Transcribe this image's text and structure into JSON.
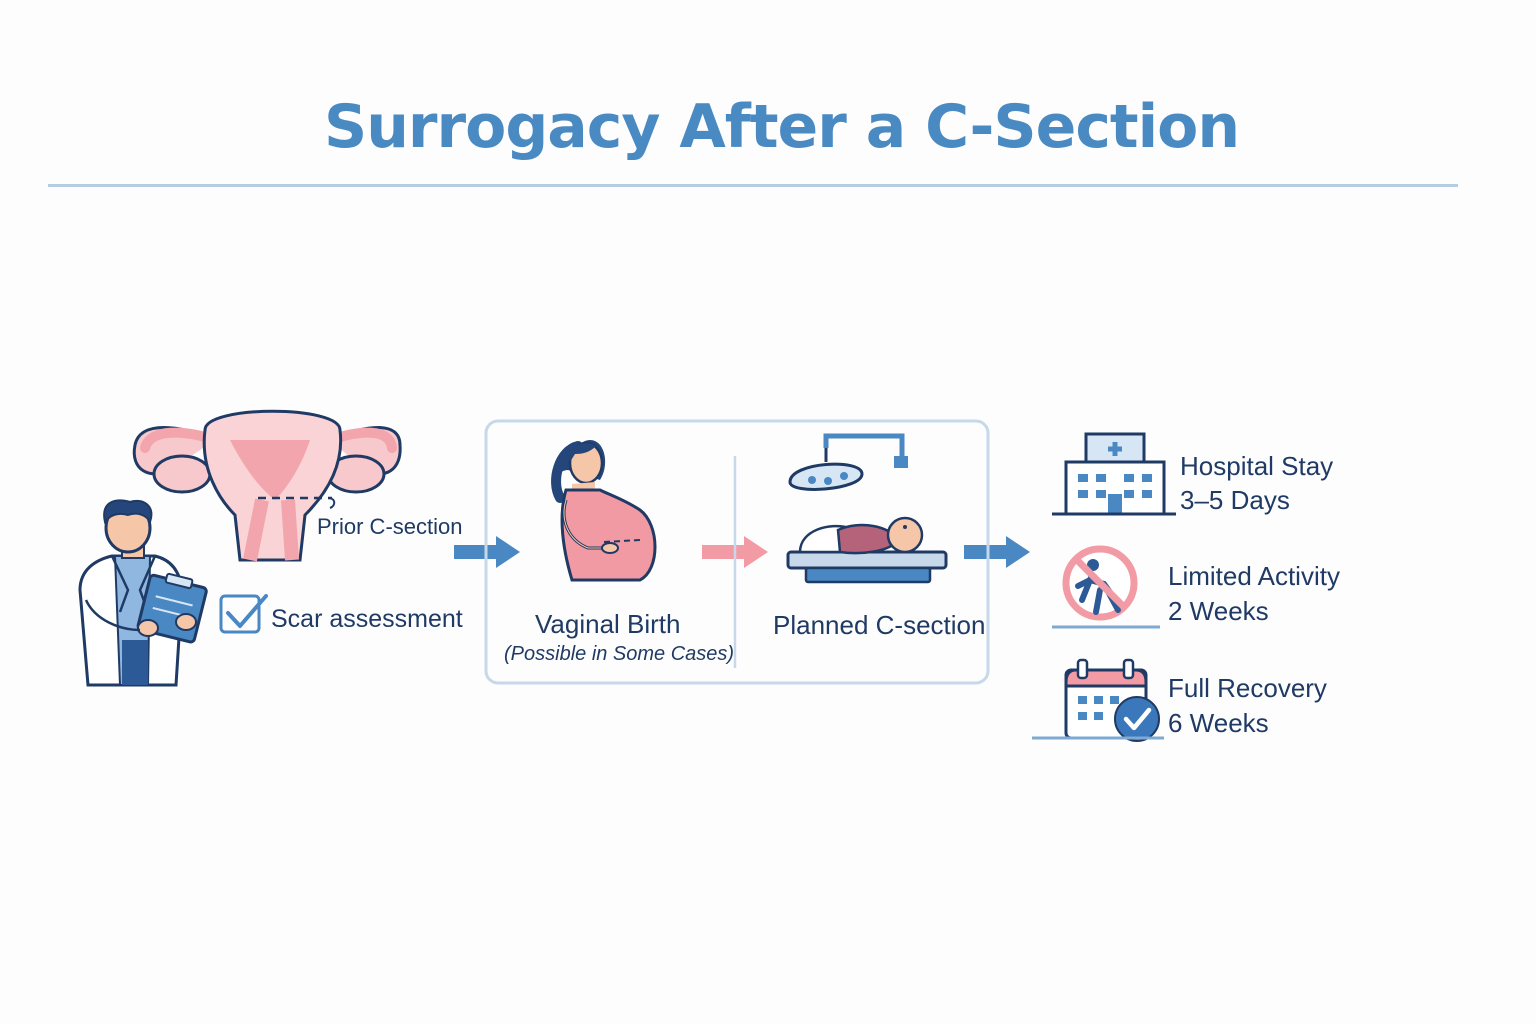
{
  "title": "Surrogacy After a C-Section",
  "assessment": {
    "prior_label": "Prior C-section",
    "scar_label": "Scar assessment"
  },
  "delivery": {
    "vaginal_label": "Vaginal Birth",
    "vaginal_note": "(Possible in Some Cases)",
    "planned_label": "Planned C-section"
  },
  "recovery": [
    {
      "label": "Hospital Stay",
      "value": "3–5 Days",
      "icon": "hospital-icon"
    },
    {
      "label": "Limited Activity",
      "value": "2 Weeks",
      "icon": "no-activity-icon"
    },
    {
      "label": "Full Recovery",
      "value": "6 Weeks",
      "icon": "calendar-check-icon"
    }
  ],
  "colors": {
    "title": "#4a8ac3",
    "navy": "#1f3a64",
    "blue": "#4a88c4",
    "pink": "#f2a5ac",
    "light_pink": "#f9d3d6",
    "arrow_blue": "#4a88c4",
    "arrow_pink": "#f39ba4"
  }
}
